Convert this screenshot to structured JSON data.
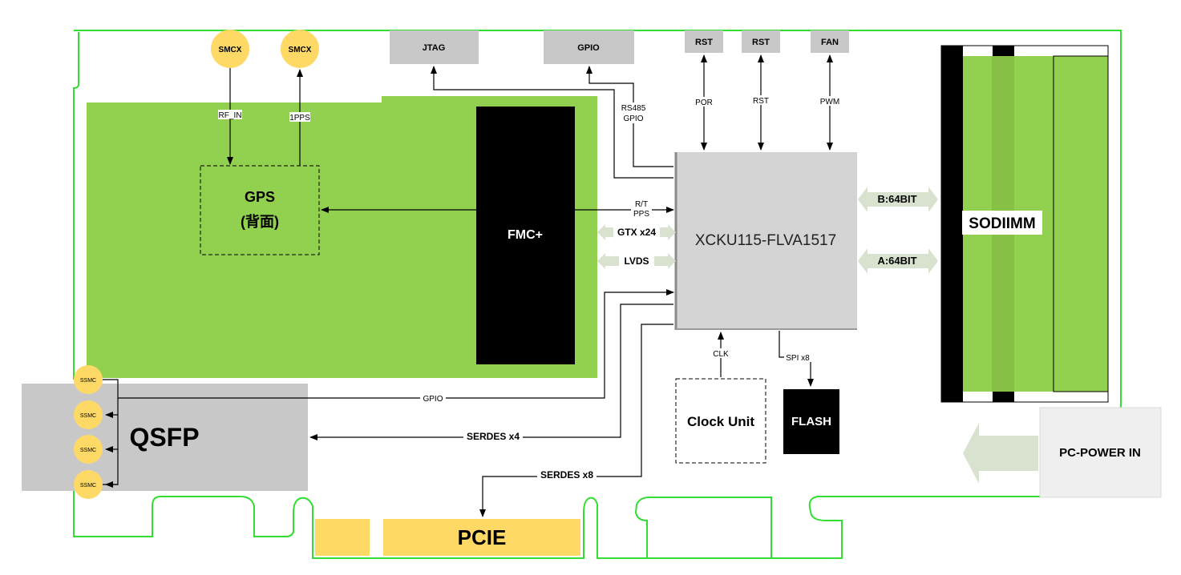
{
  "connectors": {
    "smcx_1": "SMCX",
    "smcx_2": "SMCX",
    "jtag": "JTAG",
    "gpio": "GPIO",
    "rst_1": "RST",
    "rst_2": "RST",
    "fan": "FAN",
    "ssmc": [
      "SSMC",
      "SSMC",
      "SSMC",
      "SSMC"
    ]
  },
  "blocks": {
    "gps_line1": "GPS",
    "gps_line2": "(背面)",
    "fmc": "FMC+",
    "fpga": "XCKU115-FLVA1517",
    "sodimm": "SODIIMM",
    "qsfp": "QSFP",
    "clock_unit": "Clock Unit",
    "flash": "FLASH",
    "pcie": "PCIE",
    "power_in": "PC-POWER IN"
  },
  "signals": {
    "rf_in": "RF_IN",
    "pps_1": "1PPS",
    "rs485": "RS485",
    "gpio_sig": "GPIO",
    "por": "POR",
    "rst": "RST",
    "pwm": "PWM",
    "rt": "R/T",
    "pps": "PPS",
    "gtx": "GTX x24",
    "lvds": "LVDS",
    "b64": "B:64BIT",
    "a64": "A:64BIT",
    "clk": "CLK",
    "spi": "SPI x8",
    "gpio_bottom": "GPIO",
    "serdes4": "SERDES x4",
    "serdes8": "SERDES x8"
  },
  "colors": {
    "board_outline": "#33dd33",
    "daughter_green": "#92d050",
    "connector_yellow": "#ffd966",
    "fpga_gray": "#d4d4d4",
    "bus_arrow": "#d9e2cf",
    "qsfp_gray": "#c8c8c8"
  }
}
